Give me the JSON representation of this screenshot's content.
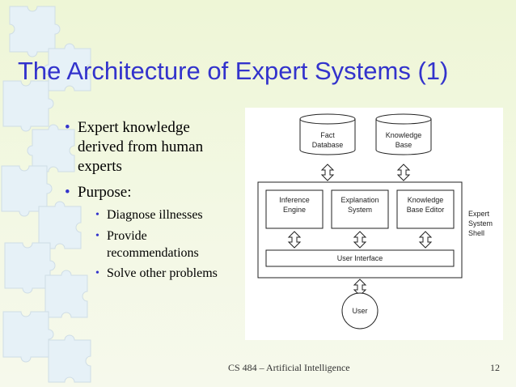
{
  "slide": {
    "title": "The Architecture of Expert Systems (1)",
    "bullets": [
      {
        "line1": "Expert knowledge",
        "line2": "derived from human",
        "line3": "experts"
      },
      {
        "line1": "Purpose:"
      }
    ],
    "sub_bullets": [
      {
        "line1": "Diagnose illnesses"
      },
      {
        "line1": "Provide",
        "line2": "recommendations"
      },
      {
        "line1": "Solve other problems"
      }
    ],
    "bullet_glyph": "•"
  },
  "diagram": {
    "fact_db": {
      "line1": "Fact",
      "line2": "Database"
    },
    "kb": {
      "line1": "Knowledge",
      "line2": "Base"
    },
    "inference": {
      "line1": "Inference",
      "line2": "Engine"
    },
    "explanation": {
      "line1": "Explanation",
      "line2": "System"
    },
    "kb_editor": {
      "line1": "Knowledge",
      "line2": "Base Editor"
    },
    "shell_label": {
      "line1": "Expert",
      "line2": "System",
      "line3": "Shell"
    },
    "user_interface": "User Interface",
    "user": "User"
  },
  "footer": {
    "course": "CS 484 – Artificial Intelligence",
    "page": "12"
  },
  "colors": {
    "title": "#3333cc",
    "background": "#eef6d6",
    "puzzle_piece": "#e4f0f8"
  }
}
